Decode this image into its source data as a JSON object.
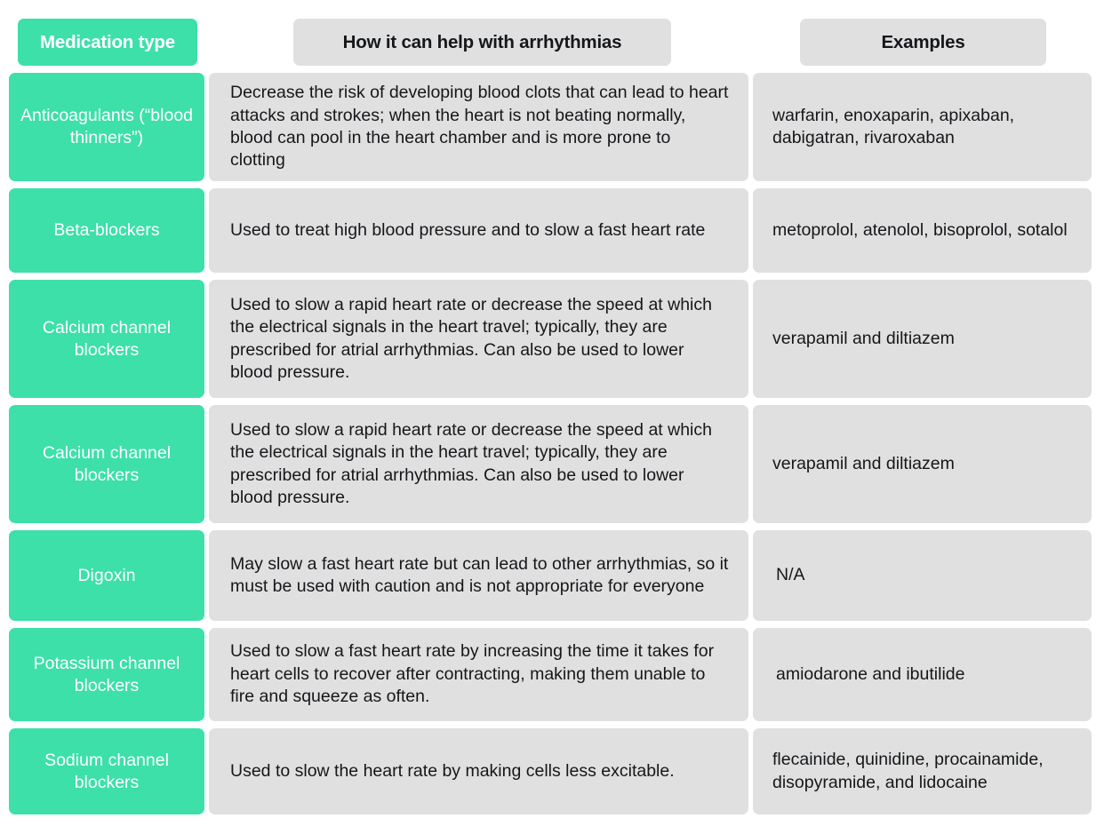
{
  "table": {
    "headers": {
      "medication_type": "Medication type",
      "how_it_helps": "How it can help with arrhythmias",
      "examples": "Examples"
    },
    "colors": {
      "accent_green": "#3ce0a8",
      "cell_gray": "#e0e0e0",
      "header_text_dark": "#15171a",
      "header_text_light": "#ffffff",
      "page_background": "#ffffff"
    },
    "rows": [
      {
        "type": "Anticoagulants (“blood thinners”)",
        "description": "Decrease the risk of developing blood clots that can lead to heart attacks and strokes; when the heart is not beating normally, blood can pool in the heart chamber and is more prone to clotting",
        "examples": "warfarin, enoxaparin, apixaban, dabigatran, rivaroxaban"
      },
      {
        "type": "Beta-blockers",
        "description": "Used to treat high blood pressure and to slow a fast heart rate",
        "examples": "metoprolol, atenolol, bisoprolol, sotalol"
      },
      {
        "type": "Calcium channel blockers",
        "description": "Used to slow a rapid heart rate or decrease the speed at which the electrical signals in the heart travel; typically, they are prescribed for atrial arrhythmias. Can also be used to lower blood pressure.",
        "examples": "verapamil and diltiazem"
      },
      {
        "type": "Calcium channel blockers",
        "description": "Used to slow a rapid heart rate or decrease the speed at which the electrical signals in the heart travel; typically, they are prescribed for atrial arrhythmias. Can also be used to lower blood pressure.",
        "examples": "verapamil and diltiazem"
      },
      {
        "type": "Digoxin",
        "description": "May slow a fast heart rate but can lead to other arrhythmias, so it must be used with caution and is not appropriate for everyone",
        "examples": "N/A"
      },
      {
        "type": "Potassium channel blockers",
        "description": "Used to slow a fast heart rate by increasing the time it takes for heart cells to recover after contracting, making them unable to fire and squeeze as often.",
        "examples": "amiodarone and ibutilide"
      },
      {
        "type": "Sodium channel blockers",
        "description": "Used to slow the heart rate by making cells less excitable.",
        "examples": "flecainide, quinidine, procainamide, disopyramide, and lidocaine"
      }
    ]
  }
}
